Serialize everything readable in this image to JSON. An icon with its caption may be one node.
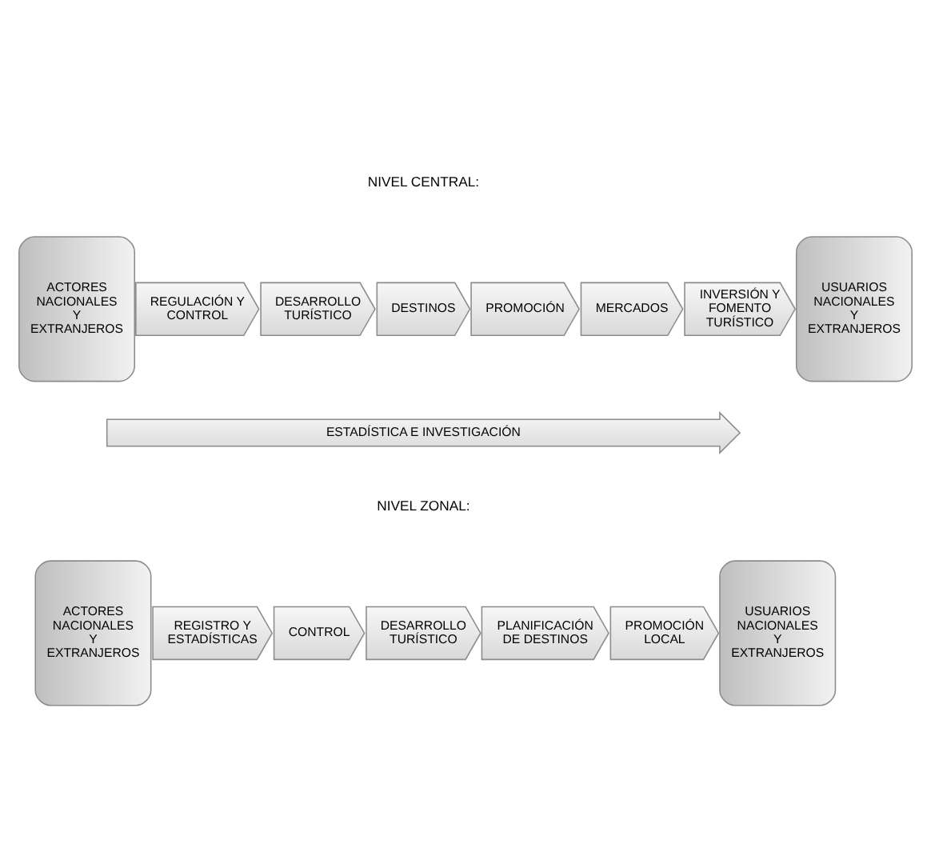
{
  "diagram": {
    "nodes": [
      {
        "text": [
          "ACTORES NACIONALES Y EXTRANJEROS"
        ]
      },
      {
        "text": [
          "REGULACIÓN Y CONTROL"
        ]
      },
      {
        "text": [
          "DESARROLLO TURÍSTICO"
        ]
      },
      {
        "text": [
          "DESTINOS"
        ]
      },
      {
        "text": [
          "PROMOCIÓN"
        ]
      },
      {
        "text": [
          "MERCADOS"
        ]
      },
      {
        "text": [
          "INVERSIÓN Y FOMENTO TURÍSTICO"
        ]
      },
      {
        "text": [
          "USUARIOS NACIONALES Y EXTRANJEROS"
        ]
      },
      {
        "text": [
          "ESTADÍSTICA E INVESTIGACIÓN"
        ]
      },
      {
        "text": [
          "ACTORES NACIONALES Y EXTRANJEROS"
        ]
      },
      {
        "text": [
          "REGISTRO Y ESTADÍSTICAS"
        ]
      },
      {
        "text": [
          "CONTROL"
        ]
      },
      {
        "text": [
          "DESARROLLO TURÍSTICO"
        ]
      },
      {
        "text": [
          "PLANIFICACIÓN DE DESTINOS"
        ]
      },
      {
        "text": [
          "PROMOCIÓN LOCAL"
        ]
      },
      {
        "text": [
          "USUARIOS NACIONALES Y EXTRANJEROS"
        ]
      }
    ],
    "edges": [],
    "labels": [
      "NIVEL CENTRAL:",
      "NIVEL ZONAL:"
    ]
  }
}
